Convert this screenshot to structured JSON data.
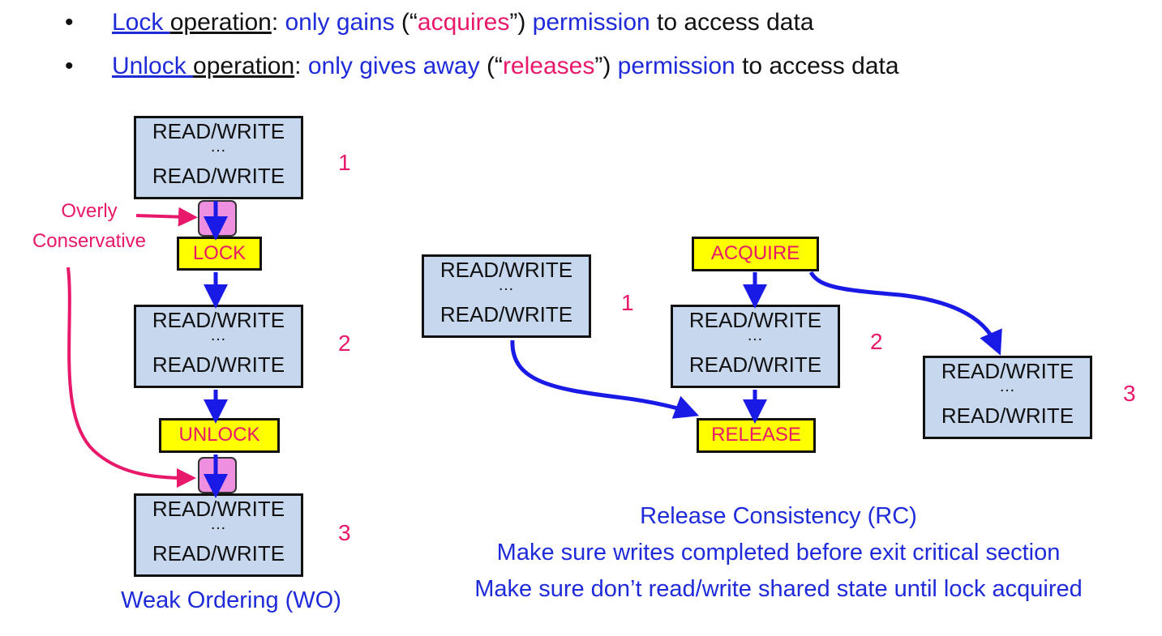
{
  "bullets": [
    {
      "lead_underlined": "Lock ",
      "lead_rest": "operation",
      "colon": ": ",
      "blue1": "only gains",
      "open": " (“",
      "pink": "acquires",
      "close": "”) ",
      "blue2": "permission",
      "tail": " to access data"
    },
    {
      "lead_underlined": "Unlock ",
      "lead_rest": "operation",
      "colon": ": ",
      "blue1": "only gives away",
      "open": " (“",
      "pink": "releases",
      "close": "”) ",
      "blue2": "permission",
      "tail": " to access data"
    }
  ],
  "bullet_glyph": "•",
  "rw_block": {
    "line1": "READ/WRITE",
    "ellipsis": "…",
    "line2": "READ/WRITE"
  },
  "weak_ordering": {
    "ops": {
      "lock": "LOCK",
      "unlock": "UNLOCK"
    },
    "numbers": [
      "1",
      "2",
      "3"
    ],
    "note": {
      "line1": "Overly",
      "line2": "Conservative"
    },
    "caption": "Weak Ordering (WO)"
  },
  "release_consistency": {
    "ops": {
      "acquire": "ACQUIRE",
      "release": "RELEASE"
    },
    "numbers": [
      "1",
      "2",
      "3"
    ],
    "caption": [
      "Release Consistency (RC)",
      "Make sure writes completed before exit critical section",
      "Make sure don’t read/write shared state until lock acquired"
    ]
  },
  "colors": {
    "text_blue": "#1f2bd8",
    "text_pink": "#e8196b",
    "box_fill": "#c6d7ee",
    "op_fill": "#ffff00",
    "fence_fill": "#ee8fe0",
    "arrow_blue": "#1a1ae6",
    "arrow_pink": "#e8196b"
  }
}
